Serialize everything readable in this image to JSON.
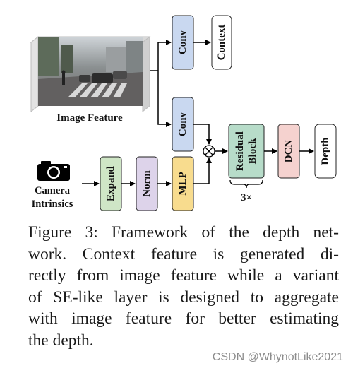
{
  "diagram": {
    "image_feature_label": "Image Feature",
    "camera_label_line1": "Camera",
    "camera_label_line2": "Intrinsics",
    "conv_top_label": "Conv",
    "context_label": "Context",
    "conv_mid_label": "Conv",
    "expand_label": "Expand",
    "norm_label": "Norm",
    "mlp_label": "MLP",
    "residual_line1": "Residual",
    "residual_line2": "Block",
    "repeat_label": "3×",
    "dcn_label": "DCN",
    "depth_label": "Depth",
    "multiply_symbol": "⊗",
    "colors": {
      "conv": "#c9d8f0",
      "expand": "#cfe6c6",
      "norm": "#ddd3ea",
      "mlp": "#f8dc8e",
      "residual": "#b7dcc9",
      "dcn": "#f5d2cf",
      "white": "#ffffff"
    }
  },
  "caption": {
    "lines": [
      "Figure 3: Framework of the depth net-",
      "work.  Context feature is generated di-",
      "rectly from image feature while a variant",
      "of SE-like layer is designed to aggregate",
      "with image feature for better estimating",
      "the depth."
    ]
  },
  "watermark": "CSDN @WhynotLike2021"
}
